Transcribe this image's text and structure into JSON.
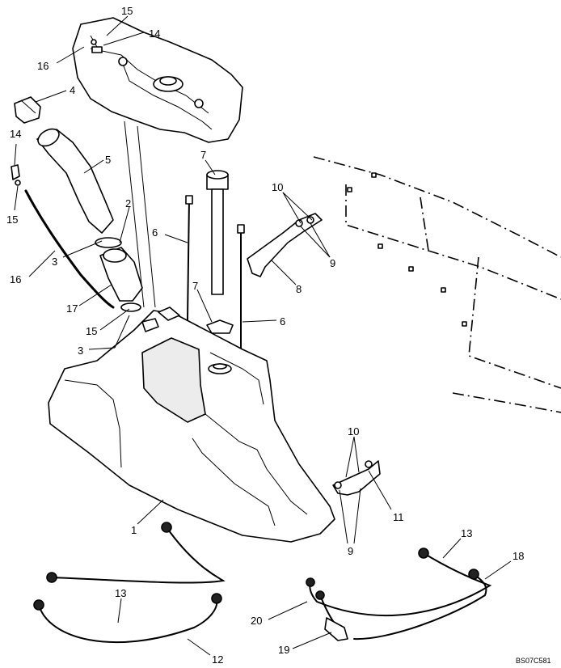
{
  "diagram": {
    "document_id": "BS07C581",
    "callouts": [
      {
        "id": "c15a",
        "label": "15"
      },
      {
        "id": "c14a",
        "label": "14"
      },
      {
        "id": "c16a",
        "label": "16"
      },
      {
        "id": "c4",
        "label": "4"
      },
      {
        "id": "c14b",
        "label": "14"
      },
      {
        "id": "c5",
        "label": "5"
      },
      {
        "id": "c15b",
        "label": "15"
      },
      {
        "id": "c2",
        "label": "2"
      },
      {
        "id": "c7a",
        "label": "7"
      },
      {
        "id": "c10a",
        "label": "10"
      },
      {
        "id": "c6a",
        "label": "6"
      },
      {
        "id": "c9a",
        "label": "9"
      },
      {
        "id": "c16b",
        "label": "16"
      },
      {
        "id": "c3a",
        "label": "3"
      },
      {
        "id": "c8",
        "label": "8"
      },
      {
        "id": "c17",
        "label": "17"
      },
      {
        "id": "c7b",
        "label": "7"
      },
      {
        "id": "c15c",
        "label": "15"
      },
      {
        "id": "c6b",
        "label": "6"
      },
      {
        "id": "c3b",
        "label": "3"
      },
      {
        "id": "c10b",
        "label": "10"
      },
      {
        "id": "c11",
        "label": "11"
      },
      {
        "id": "c1",
        "label": "1"
      },
      {
        "id": "c9b",
        "label": "9"
      },
      {
        "id": "c13a",
        "label": "13"
      },
      {
        "id": "c18",
        "label": "18"
      },
      {
        "id": "c13b",
        "label": "13"
      },
      {
        "id": "c20",
        "label": "20"
      },
      {
        "id": "c12",
        "label": "12"
      },
      {
        "id": "c19",
        "label": "19"
      }
    ]
  }
}
